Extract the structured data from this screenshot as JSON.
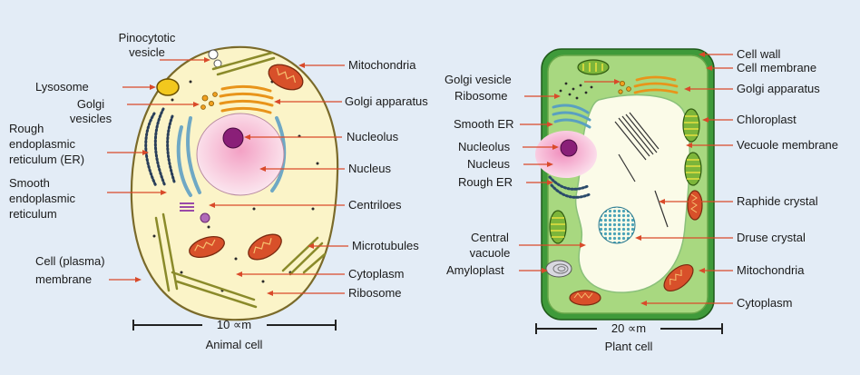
{
  "animal_cell": {
    "caption": "Animal cell",
    "scale_label": "10 ∝m",
    "labels": {
      "pinocytotic_1": "Pinocytotic",
      "pinocytotic_2": "vesicle",
      "lysosome": "Lysosome",
      "golgi_vesicles_1": "Golgi",
      "golgi_vesicles_2": "vesicles",
      "rough_er_1": "Rough",
      "rough_er_2": "endoplasmic",
      "rough_er_3": "reticulum (ER)",
      "smooth_er_1": "Smooth",
      "smooth_er_2": "endoplasmic",
      "smooth_er_3": "reticulum",
      "cell_membrane_1": "Cell (plasma)",
      "cell_membrane_2": "membrane",
      "mitochondria": "Mitochondria",
      "golgi_apparatus": "Golgi apparatus",
      "nucleolus": "Nucleolus",
      "nucleus": "Nucleus",
      "centrioles": "Centriloes",
      "microtubules": "Microtubules",
      "cytoplasm": "Cytoplasm",
      "ribosome": "Ribosome"
    }
  },
  "plant_cell": {
    "caption": "Plant cell",
    "scale_label": "20 ∝m",
    "labels": {
      "golgi_vesicle": "Golgi vesicle",
      "ribosome": "Ribosome",
      "smooth_er": "Smooth ER",
      "nucleolus": "Nucleolus",
      "nucleus": "Nucleus",
      "rough_er": "Rough ER",
      "central_vacuole_1": "Central",
      "central_vacuole_2": "vacuole",
      "amyloplast": "Amyloplast",
      "cell_wall": "Cell wall",
      "cell_membrane": "Cell membrane",
      "golgi_apparatus": "Golgi apparatus",
      "chloroplast": "Chloroplast",
      "vacuole_membrane": "Vecuole membrane",
      "raphide_crystal": "Raphide crystal",
      "druse_crystal": "Druse crystal",
      "mitochondria": "Mitochondria",
      "cytoplasm": "Cytoplasm"
    }
  },
  "colors": {
    "background": "#e3ecf6",
    "leader_line": "#d94a2a",
    "animal_cytoplasm": "#fbf4c8",
    "plant_wall": "#3f9a3a",
    "plant_cytoplasm": "#a8d880",
    "vacuole": "#fbfbe8",
    "nucleus": "#f6b8d2",
    "nucleolus": "#8a1f78",
    "mitochondria": "#d8502a",
    "golgi": "#f0a020",
    "chloroplast": "#7cb53a"
  }
}
